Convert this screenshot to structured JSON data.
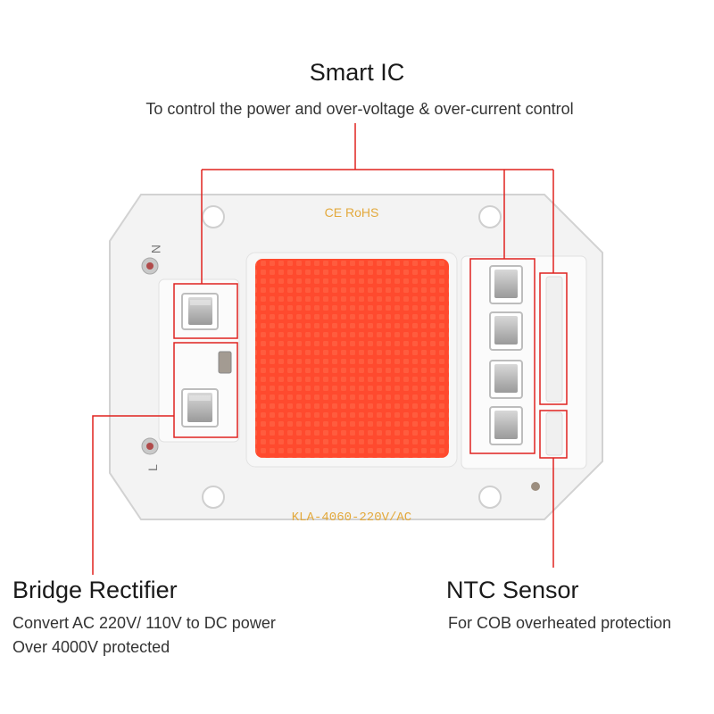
{
  "callouts": {
    "smart_ic": {
      "title": "Smart IC",
      "description": "To control the power and over-voltage & over-current control"
    },
    "bridge_rectifier": {
      "title": "Bridge Rectifier",
      "description_line1": "Convert AC 220V/ 110V to DC power",
      "description_line2": "Over 4000V protected"
    },
    "ntc_sensor": {
      "title": "NTC Sensor",
      "description": "For COB overheated protection"
    }
  },
  "board": {
    "certification": "CE RoHS",
    "model": "KLA-4060-220V/AC",
    "terminal_n": "N",
    "terminal_l": "L",
    "led_color": "#ff4a2e",
    "board_color": "#f3f3f3"
  },
  "colors": {
    "callout_line": "#e0221f",
    "silkscreen": "#e3a93c"
  }
}
